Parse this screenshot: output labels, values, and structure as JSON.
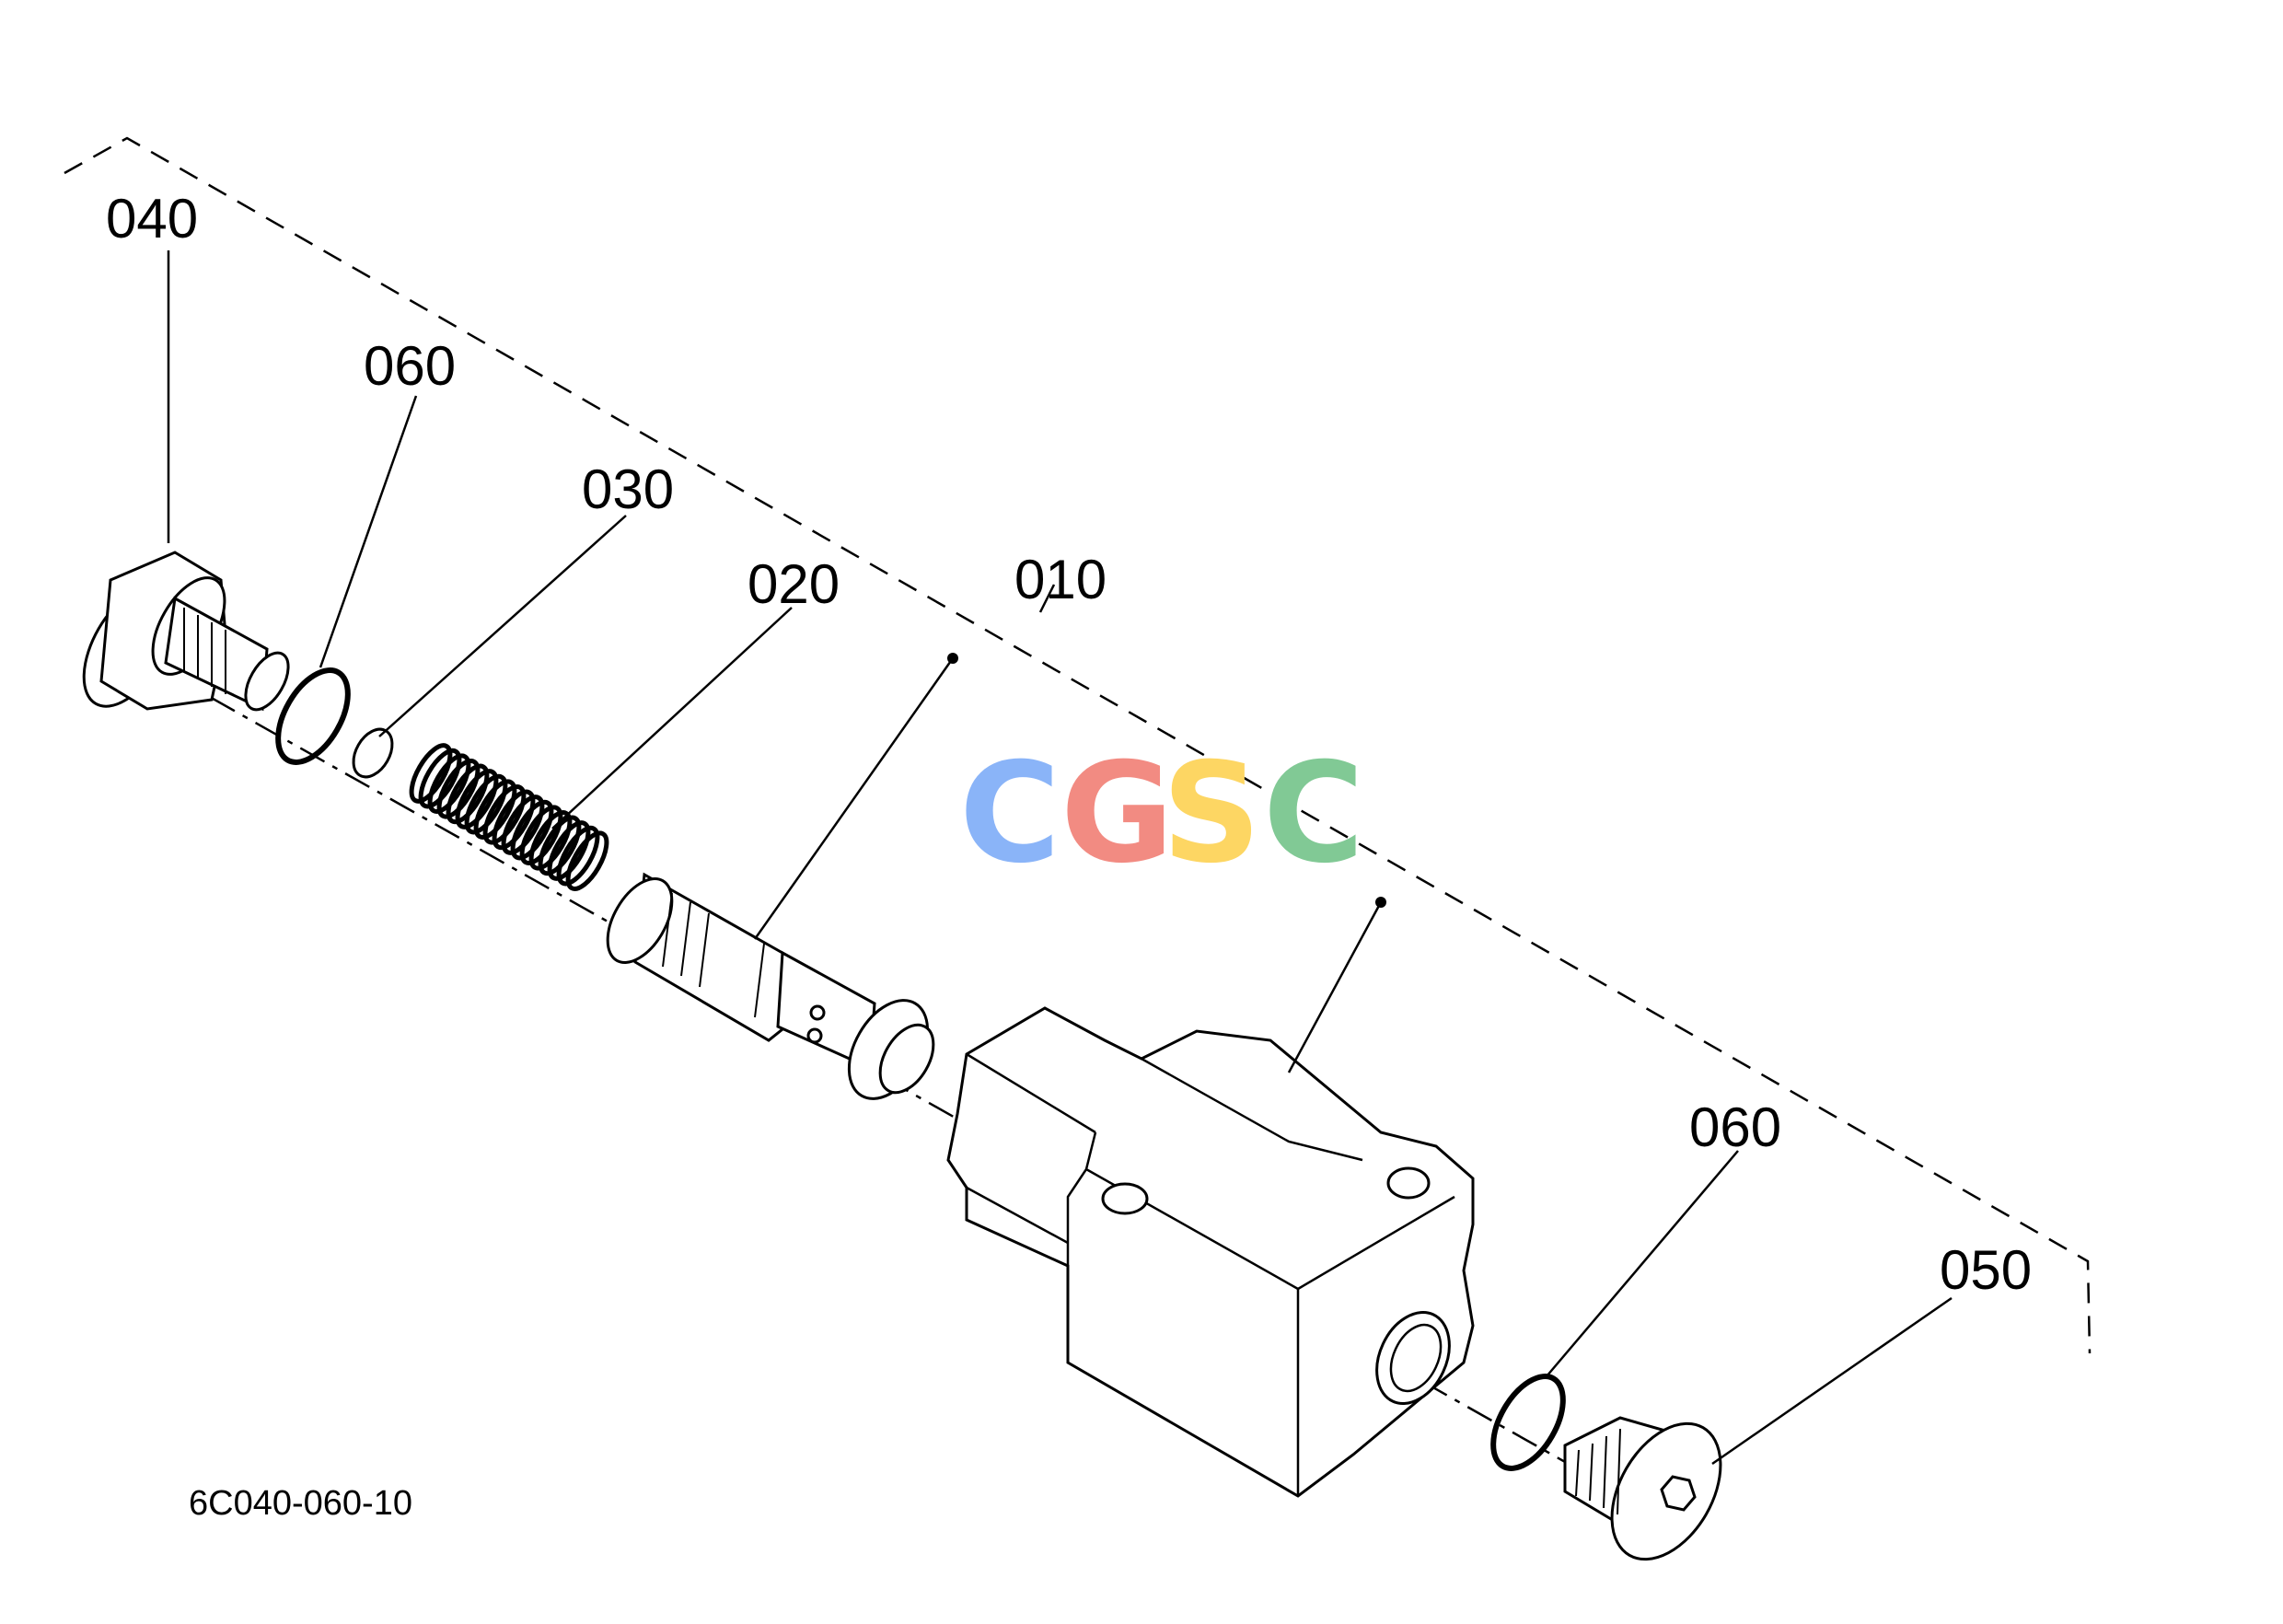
{
  "labels": {
    "p040": "040",
    "p060_top": "060",
    "p030": "030",
    "p020": "020",
    "p010": "010",
    "p060_bottom": "060",
    "p050": "050"
  },
  "drawing_code": "6C040-060-10",
  "watermark": {
    "letters": [
      "C",
      "G",
      "S",
      "C"
    ],
    "colors": [
      "#8ab4f8",
      "#f28b82",
      "#fdd663",
      "#81c995"
    ]
  }
}
